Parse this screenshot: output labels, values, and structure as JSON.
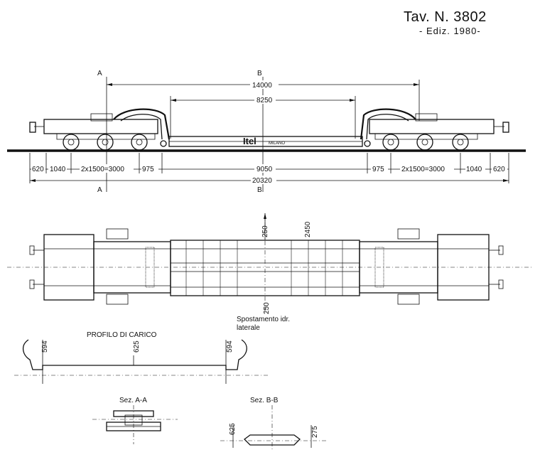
{
  "title": {
    "table": "Tav. N. 3802",
    "edition": "- Ediz. 1980-"
  },
  "side_view": {
    "section_marks": [
      "A",
      "B",
      "A",
      "B"
    ],
    "dimensions": {
      "overall_top": "14000",
      "deck": "8250",
      "overall_bottom": "20320",
      "seg_620_left": "620",
      "seg_1040_left": "1040",
      "seg_bogie_left": "2x1500=3000",
      "seg_975_left": "975",
      "seg_center": "9050",
      "seg_975_right": "975",
      "seg_bogie_right": "2x1500=3000",
      "seg_1040_right": "1040",
      "seg_620_right": "620"
    },
    "maker_logo": "Itel",
    "maker_city": "MILANO"
  },
  "plan_view": {
    "dim_250_top": "250",
    "dim_2450": "2450",
    "dim_250_bottom": "250",
    "note_line1": "Spostamento idr.",
    "note_line2": "laterale"
  },
  "load_profile": {
    "title": "PROFILO DI CARICO",
    "dim_594_left": "594",
    "dim_625": "625",
    "dim_594_right": "594"
  },
  "section_aa": {
    "title": "Sez. A-A"
  },
  "section_bb": {
    "title": "Sez. B-B",
    "dim_625": "625",
    "dim_275": "275"
  }
}
